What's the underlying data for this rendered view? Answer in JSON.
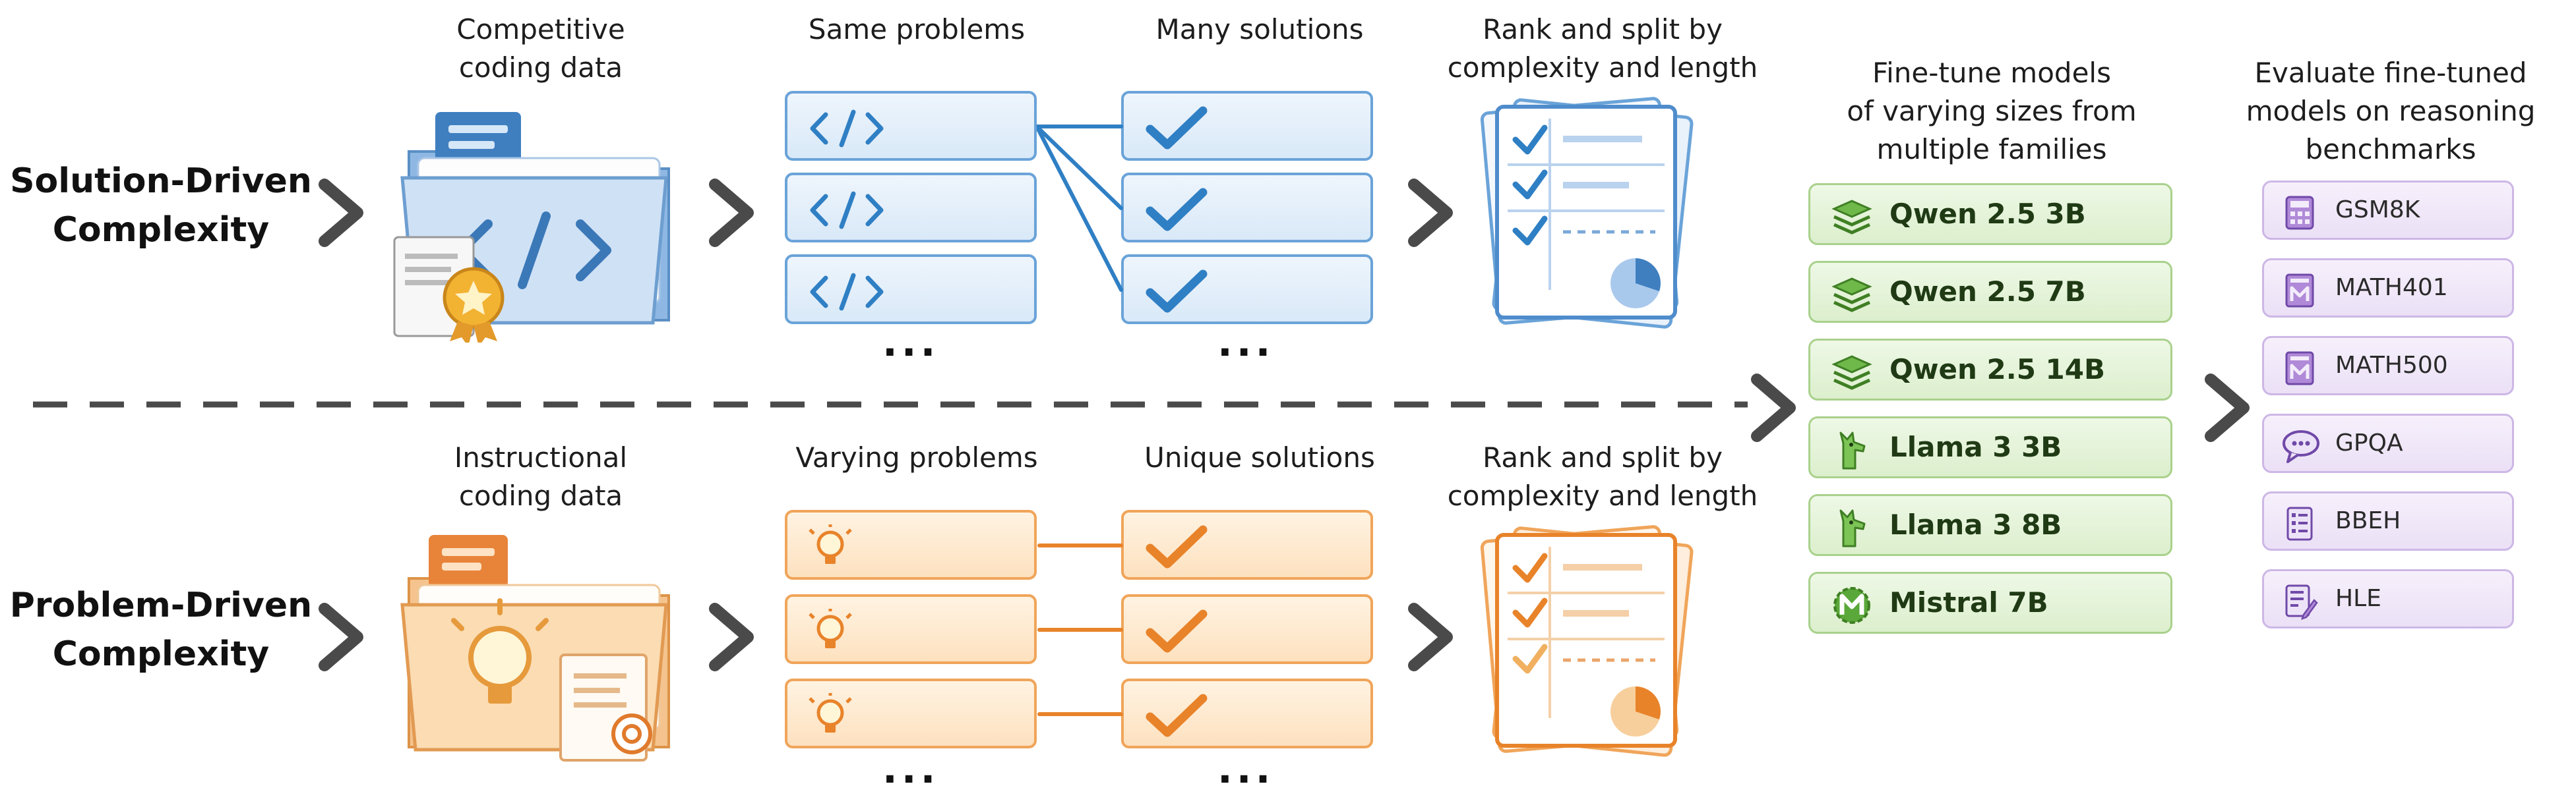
{
  "rows": {
    "top_title": "Solution-Driven\nComplexity",
    "bottom_title": "Problem-Driven\nComplexity"
  },
  "top": {
    "data_label": "Competitive\ncoding data",
    "problems_label": "Same problems",
    "solutions_label": "Many solutions",
    "rank_label": "Rank and split by\ncomplexity and length",
    "ellipsis": "..."
  },
  "bottom": {
    "data_label": "Instructional\ncoding data",
    "problems_label": "Varying problems",
    "solutions_label": "Unique solutions",
    "rank_label": "Rank and split by\ncomplexity and length",
    "ellipsis": "..."
  },
  "finetune": {
    "label": "Fine-tune models\nof varying sizes from\nmultiple families",
    "models": [
      {
        "name": "Qwen 2.5 3B",
        "icon": "qwen-icon"
      },
      {
        "name": "Qwen 2.5 7B",
        "icon": "qwen-icon"
      },
      {
        "name": "Qwen 2.5 14B",
        "icon": "qwen-icon"
      },
      {
        "name": "Llama 3 3B",
        "icon": "llama-icon"
      },
      {
        "name": "Llama 3 8B",
        "icon": "llama-icon"
      },
      {
        "name": "Mistral 7B",
        "icon": "mistral-icon"
      }
    ]
  },
  "evaluate": {
    "label": "Evaluate fine-tuned\nmodels on reasoning\nbenchmarks",
    "benchmarks": [
      {
        "name": "GSM8K",
        "icon": "calculator-icon"
      },
      {
        "name": "MATH401",
        "icon": "math-book-icon"
      },
      {
        "name": "MATH500",
        "icon": "math-book-icon"
      },
      {
        "name": "GPQA",
        "icon": "chat-bubble-icon"
      },
      {
        "name": "BBEH",
        "icon": "checklist-icon"
      },
      {
        "name": "HLE",
        "icon": "document-pen-icon"
      }
    ]
  },
  "colors": {
    "blue_accent": "#2f7fc4",
    "orange_accent": "#e8832a",
    "model_green": "#4f9d2e",
    "bench_purple": "#8a5cc2",
    "chevron": "#4a4a4a"
  }
}
